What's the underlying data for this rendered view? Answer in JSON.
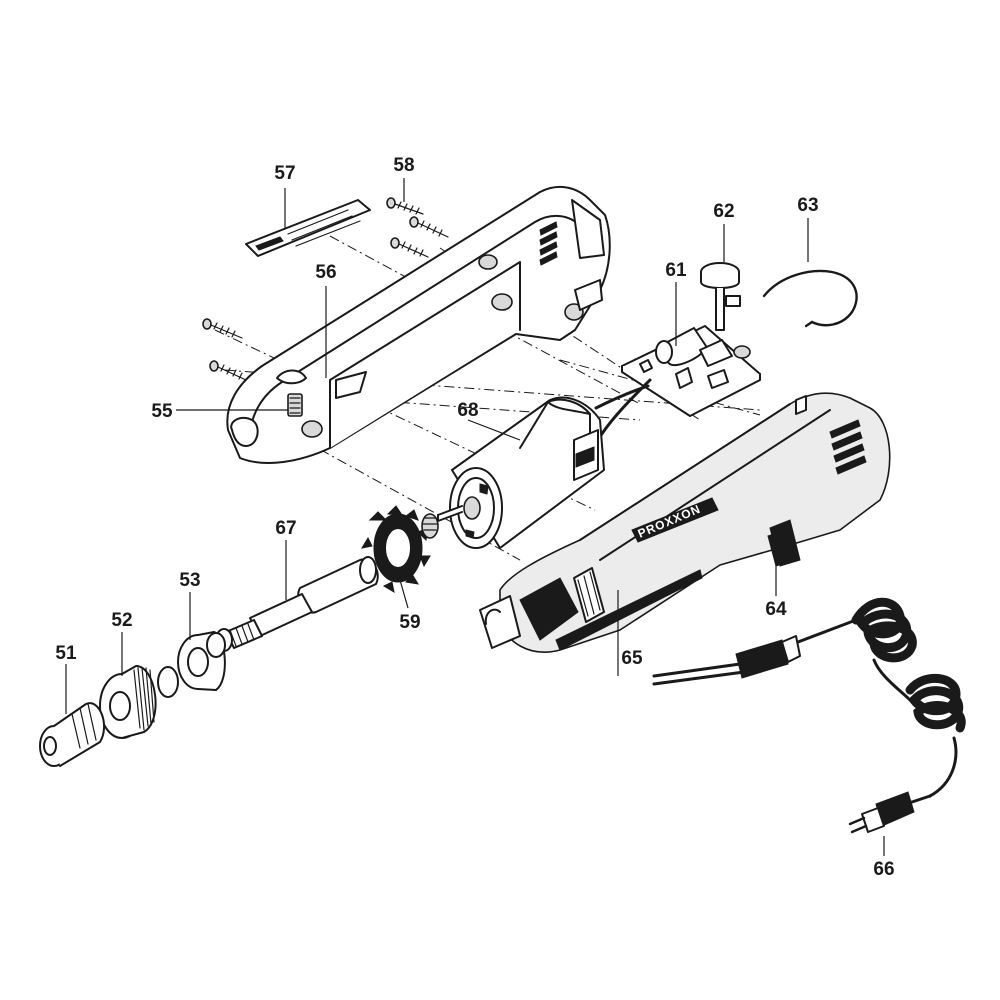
{
  "diagram": {
    "brand_text": "PROXXON",
    "parts": [
      {
        "number": "51",
        "part": "collet-nut"
      },
      {
        "number": "52",
        "part": "knurled-ring"
      },
      {
        "number": "53",
        "part": "bearing"
      },
      {
        "number": "55",
        "part": "switch-knob"
      },
      {
        "number": "56",
        "part": "housing-half"
      },
      {
        "number": "57",
        "part": "rating-plate"
      },
      {
        "number": "58",
        "part": "housing-screws"
      },
      {
        "number": "59",
        "part": "fan-wheel"
      },
      {
        "number": "61",
        "part": "circuit-board"
      },
      {
        "number": "62",
        "part": "speed-dial"
      },
      {
        "number": "63",
        "part": "wire-clip"
      },
      {
        "number": "64",
        "part": "switch-slider"
      },
      {
        "number": "65",
        "part": "housing-shell"
      },
      {
        "number": "66",
        "part": "power-cord"
      },
      {
        "number": "67",
        "part": "spindle"
      },
      {
        "number": "68",
        "part": "motor"
      }
    ]
  }
}
